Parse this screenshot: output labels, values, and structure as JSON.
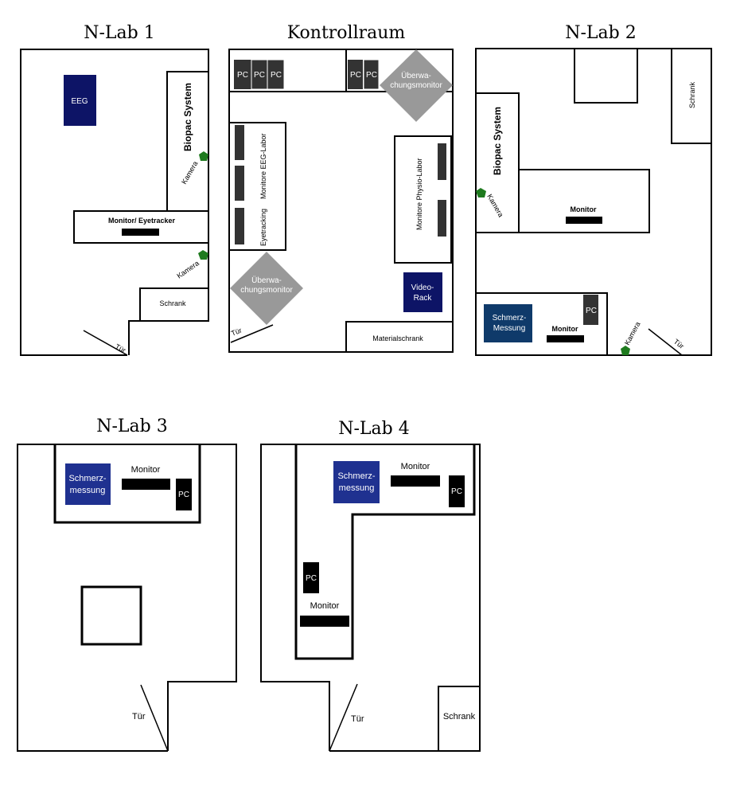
{
  "labs": {
    "nlab1": {
      "title": "N-Lab 1",
      "eeg": "EEG",
      "biopac": "Biopac System",
      "kamera1": "Kamera",
      "kamera2": "Kamera",
      "monitor": "Monitor/ Eyetracker",
      "schrank": "Schrank",
      "door": "Tür"
    },
    "kontroll": {
      "title": "Kontrollraum",
      "pc": "PC",
      "ueberwachung_top_l1": "Überwa-",
      "ueberwachung_top_l2": "chungsmonitor",
      "ueberwachung_bot_l1": "Überwa-",
      "ueberwachung_bot_l2": "chungsmonitor",
      "monitore_eeg": "Monitore EEG-Labor",
      "eyetracking": "Eyetracking",
      "monitore_physio": "Monitore Physio-Labor",
      "video_l1": "Video-",
      "video_l2": "Rack",
      "materialschrank": "Materialschrank",
      "door": "Tür"
    },
    "nlab2": {
      "title": "N-Lab 2",
      "schrank": "Schrank",
      "biopac": "Biopac System",
      "kamera1": "Kamera",
      "kamera2": "Kamera",
      "monitor1": "Monitor",
      "monitor2": "Monitor",
      "schmerz_l1": "Schmerz-",
      "schmerz_l2": "Messung",
      "pc": "PC",
      "door": "Tür"
    },
    "nlab3": {
      "title": "N-Lab 3",
      "schmerz_l1": "Schmerz-",
      "schmerz_l2": "messung",
      "monitor": "Monitor",
      "pc": "PC",
      "door": "Tür"
    },
    "nlab4": {
      "title": "N-Lab 4",
      "schmerz_l1": "Schmerz-",
      "schmerz_l2": "messung",
      "monitor1": "Monitor",
      "pc1": "PC",
      "pc2": "PC",
      "monitor2": "Monitor",
      "door": "Tür",
      "schrank": "Schrank"
    }
  },
  "colors": {
    "navy": "#0d1466",
    "blue": "#1f3190",
    "steel": "#0f3a6a",
    "gray": "#999999",
    "dark": "#333333",
    "green": "#1e7a1e"
  }
}
